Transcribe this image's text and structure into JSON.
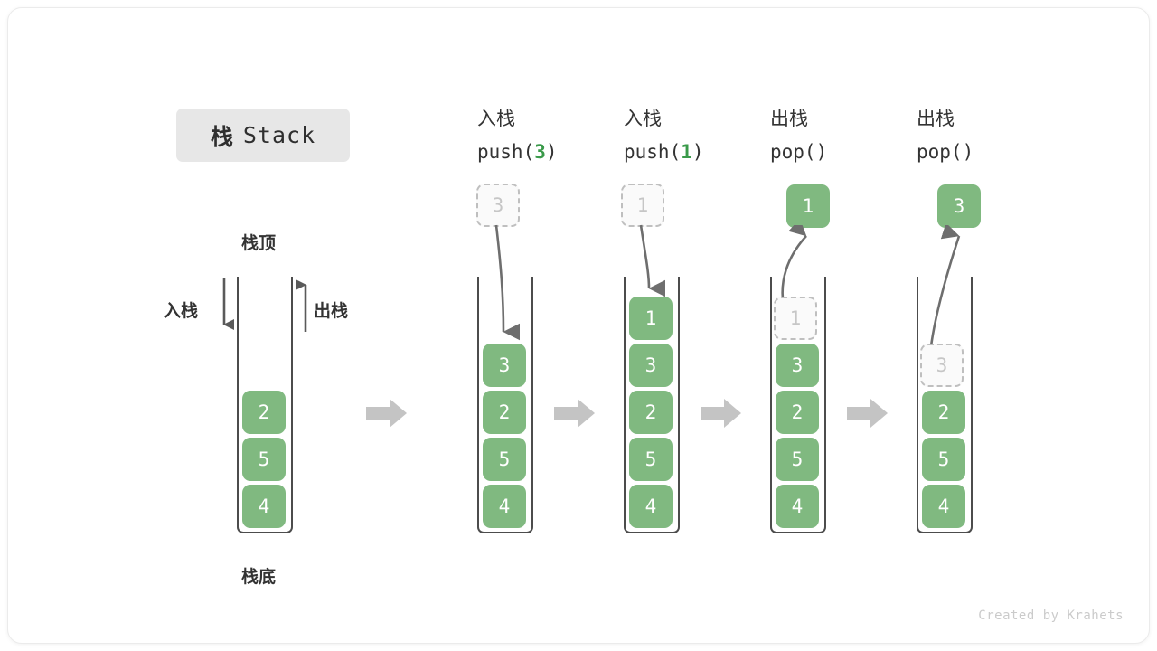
{
  "title": {
    "cn": "栈",
    "en": "Stack"
  },
  "labels": {
    "top": "栈顶",
    "bottom": "栈底",
    "push_side": "入栈",
    "pop_side": "出栈"
  },
  "watermark": "Created by Krahets",
  "colors": {
    "cell_fill": "#80b980",
    "cell_text": "#ffffff",
    "ghost_fill": "#fafafa",
    "ghost_border": "#bfbfbf",
    "ghost_text": "#c6c6c6",
    "accent_green": "#3a9a4a",
    "wall": "#4c4c4c",
    "block_arrow": "#c4c4c4",
    "thin_arrow": "#6e6e6e",
    "chip_bg": "#e7e7e7"
  },
  "steps": [
    {
      "id": "initial",
      "heading_cn": "",
      "heading_code": "",
      "arg": "",
      "stack": [
        "2",
        "5",
        "4"
      ],
      "floating": null,
      "ghost_index": null
    },
    {
      "id": "push-3",
      "heading_cn": "入栈",
      "heading_code_prefix": "push(",
      "arg": "3",
      "heading_code_suffix": ")",
      "stack": [
        "3",
        "2",
        "5",
        "4"
      ],
      "floating": {
        "value": "3",
        "kind": "ghost",
        "direction": "down"
      },
      "ghost_index": null
    },
    {
      "id": "push-1",
      "heading_cn": "入栈",
      "heading_code_prefix": "push(",
      "arg": "1",
      "heading_code_suffix": ")",
      "stack": [
        "1",
        "3",
        "2",
        "5",
        "4"
      ],
      "floating": {
        "value": "1",
        "kind": "ghost",
        "direction": "down"
      },
      "ghost_index": null
    },
    {
      "id": "pop-1",
      "heading_cn": "出栈",
      "heading_code_prefix": "pop(",
      "arg": "",
      "heading_code_suffix": ")",
      "stack": [
        "1",
        "3",
        "2",
        "5",
        "4"
      ],
      "floating": {
        "value": "1",
        "kind": "filled",
        "direction": "up"
      },
      "ghost_index": 0
    },
    {
      "id": "pop-3",
      "heading_cn": "出栈",
      "heading_code_prefix": "pop(",
      "arg": "",
      "heading_code_suffix": ")",
      "stack": [
        "3",
        "2",
        "5",
        "4"
      ],
      "floating": {
        "value": "3",
        "kind": "filled",
        "direction": "up"
      },
      "ghost_index": 0
    }
  ],
  "separators": [
    "arrow-right",
    "arrow-right",
    "arrow-right",
    "arrow-right"
  ]
}
